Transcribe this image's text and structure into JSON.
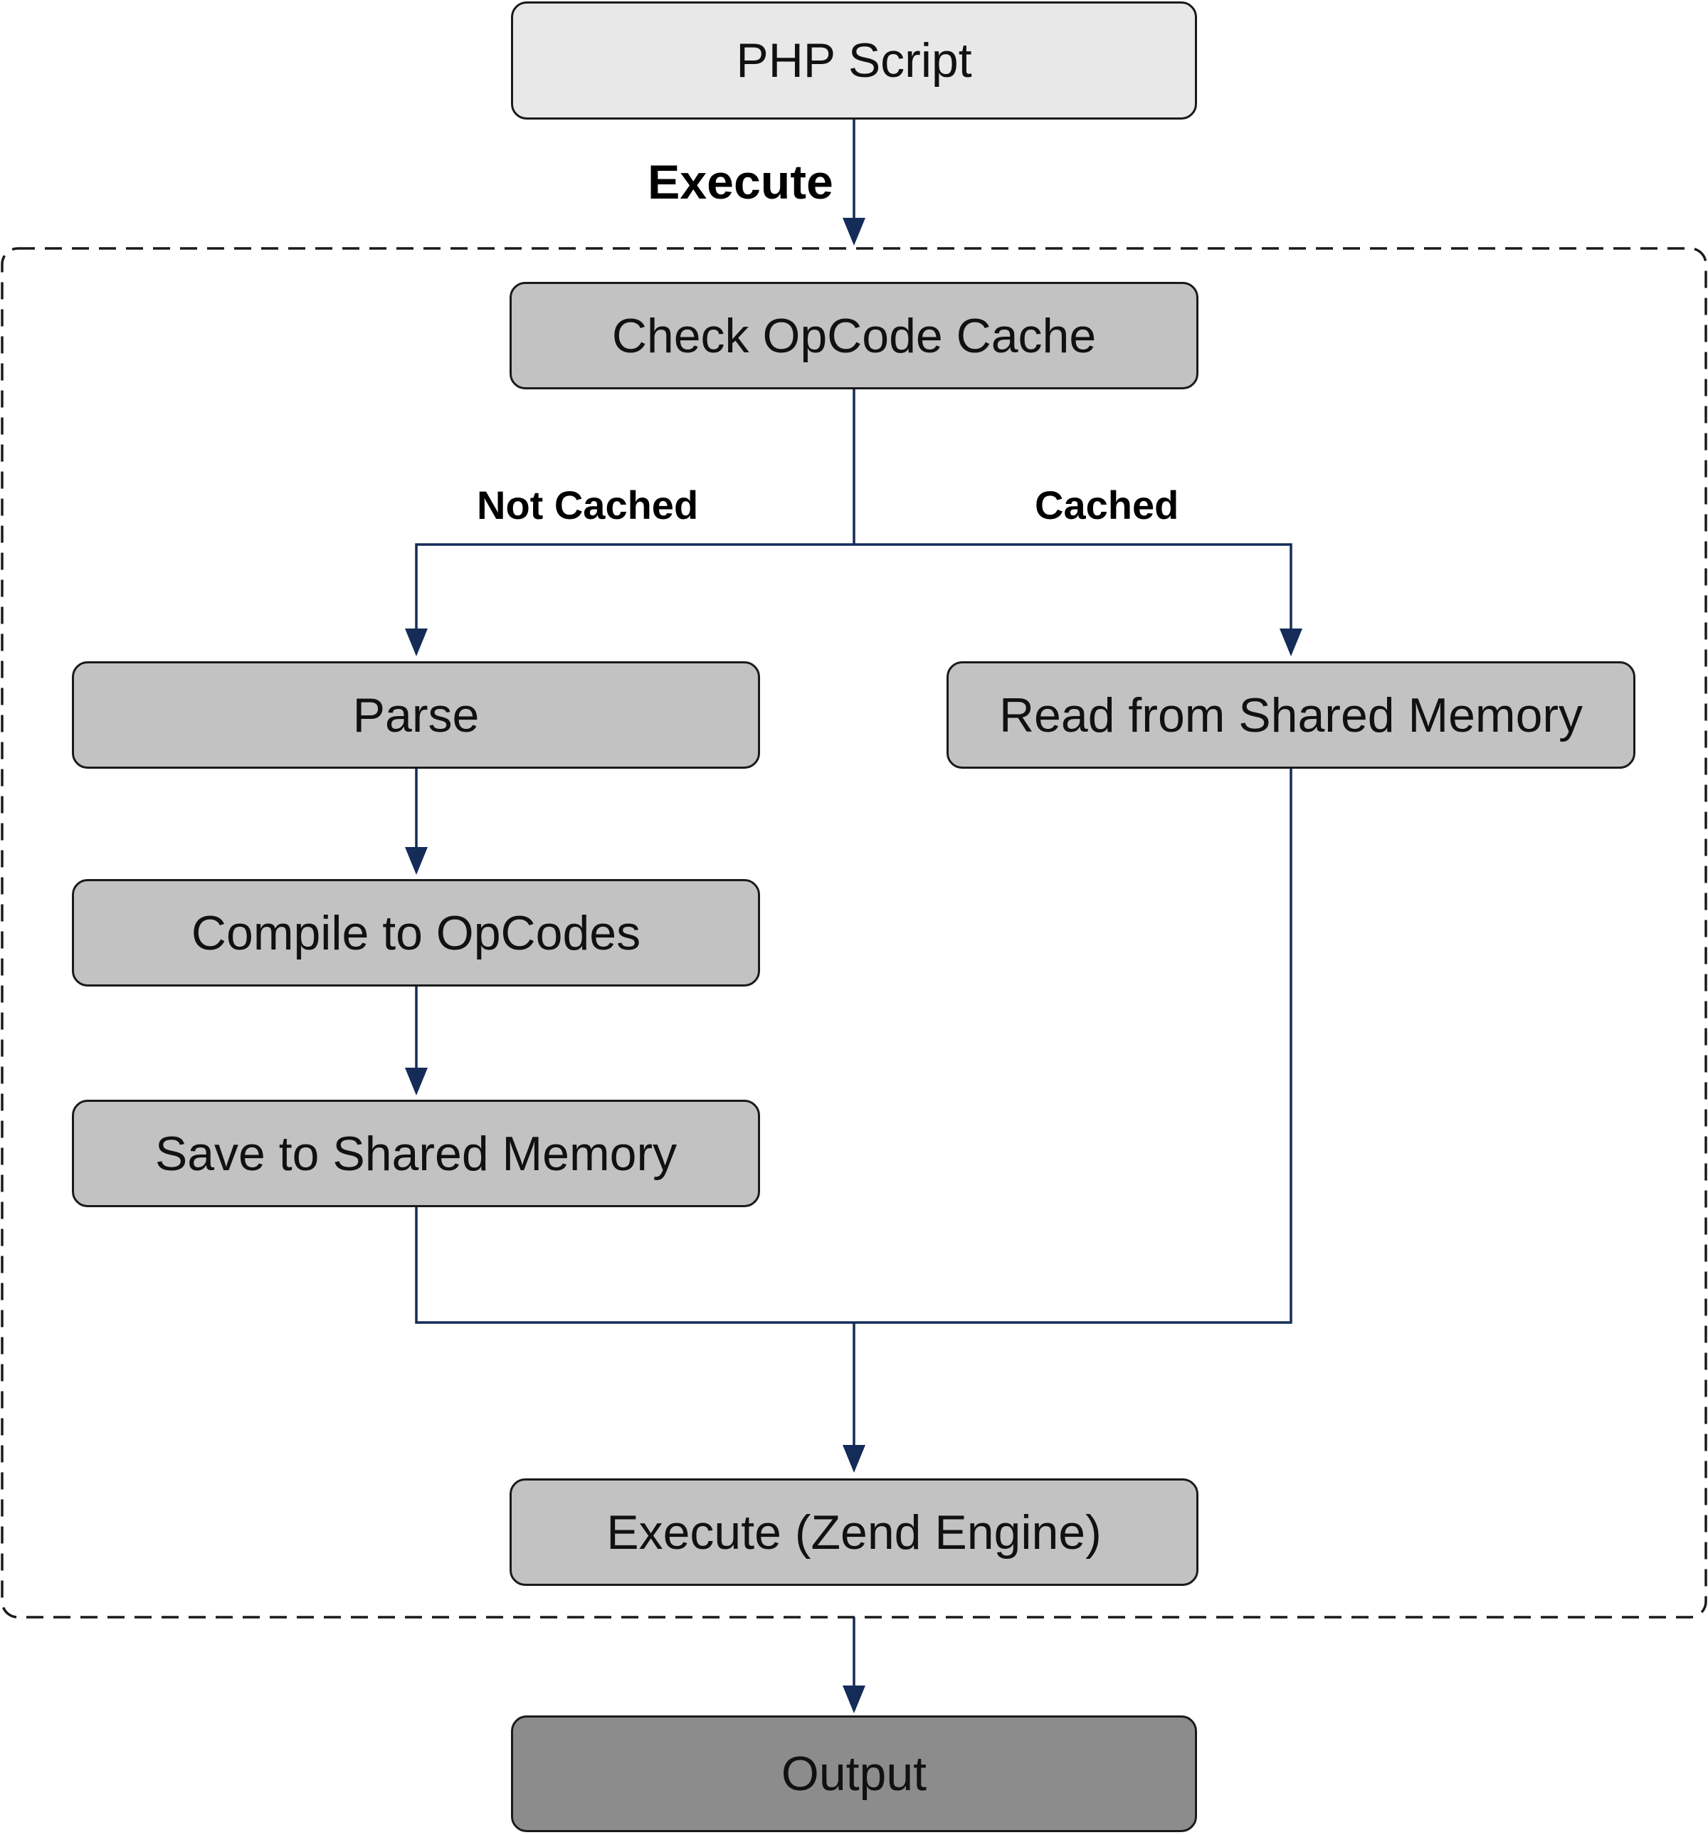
{
  "diagram": {
    "colors": {
      "edge": "#142c57",
      "border": "#1a1a1a",
      "start_fill": "#e8e8e8",
      "step_fill": "#c2c2c2",
      "end_fill": "#8c8c8c"
    },
    "nodes": {
      "php_script": "PHP Script",
      "check_cache": "Check OpCode Cache",
      "parse": "Parse",
      "read_shared": "Read from Shared Memory",
      "compile": "Compile to OpCodes",
      "save_shared": "Save to Shared Memory",
      "execute_zend": "Execute (Zend Engine)",
      "output": "Output"
    },
    "edge_labels": {
      "execute": "Execute",
      "not_cached": "Not Cached",
      "cached": "Cached"
    }
  }
}
